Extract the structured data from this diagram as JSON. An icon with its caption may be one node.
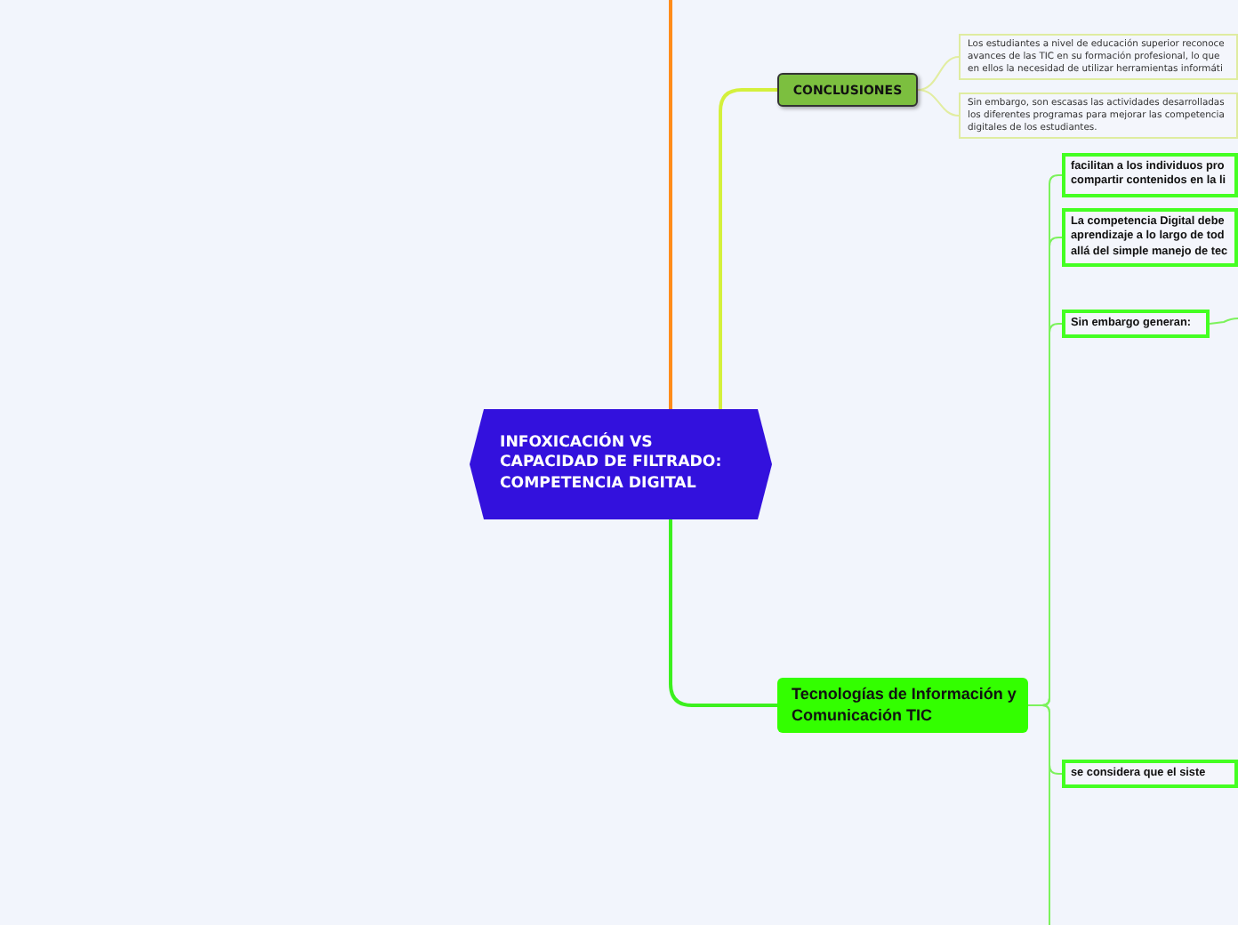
{
  "diagram": {
    "nodes": [
      {
        "text": [
          "INFOXICACIÓN VS CAPACIDAD DE FILTRADO: COMPETENCIA DIGITAL"
        ]
      },
      {
        "text": [
          "CONCLUSIONES"
        ]
      },
      {
        "text": [
          "Los estudiantes a nivel de educación superior reconoce avances de las TIC en su formación profesional, lo que en ellos la necesidad de utilizar herramientas informáti"
        ]
      },
      {
        "text": [
          "Sin embargo, son escasas las actividades desarrolladas los diferentes programas para mejorar las competencia digitales de los estudiantes."
        ]
      },
      {
        "text": [
          "Tecnologías de Información y Comunicación TIC"
        ]
      },
      {
        "text": [
          "facilitan a los individuos pro compartir contenidos en la li"
        ]
      },
      {
        "text": [
          "La competencia Digital debe aprendizaje a lo largo de tod allá del simple manejo de tec"
        ]
      },
      {
        "text": [
          "Sin embargo generan:"
        ]
      },
      {
        "text": [
          "se considera que el siste"
        ]
      }
    ],
    "edges": [
      {
        "from": null,
        "to": 0,
        "arrow": "none",
        "color": "#ff8c1a"
      },
      {
        "from": 0,
        "to": 1,
        "arrow": "none",
        "color": "#d4f03c"
      },
      {
        "from": 1,
        "to": 2,
        "arrow": "none",
        "color": "#e2eda0"
      },
      {
        "from": 1,
        "to": 3,
        "arrow": "none",
        "color": "#e2eda0"
      },
      {
        "from": 0,
        "to": 4,
        "arrow": "none",
        "color": "#3cf01e"
      },
      {
        "from": 4,
        "to": 5,
        "arrow": "none"
      },
      {
        "from": 4,
        "to": 6,
        "arrow": "none"
      },
      {
        "from": 4,
        "to": 7,
        "arrow": "none"
      },
      {
        "from": 4,
        "to": 8,
        "arrow": "none"
      },
      {
        "from": 4,
        "to": null,
        "arrow": "none"
      },
      {
        "from": 7,
        "to": null,
        "arrow": "none"
      }
    ]
  }
}
